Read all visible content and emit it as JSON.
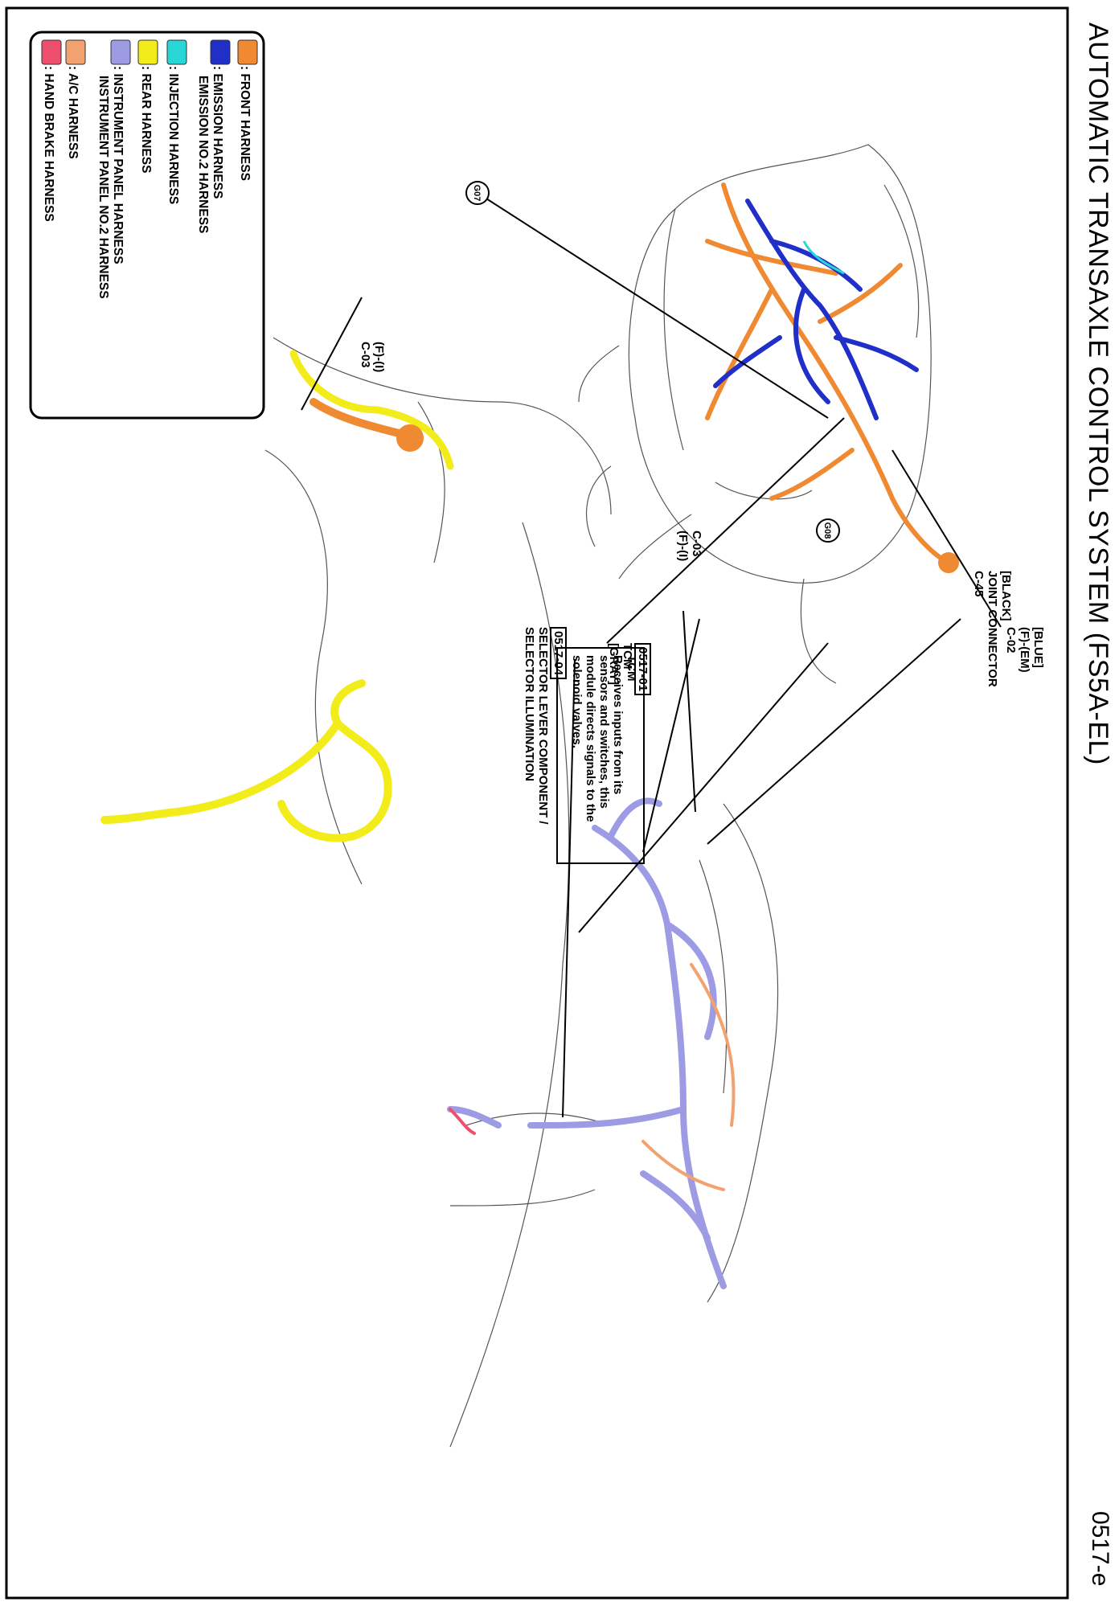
{
  "page": {
    "title": "AUTOMATIC TRANSAXLE CONTROL SYSTEM (FS5A-EL)",
    "code": "0517-e"
  },
  "legend": {
    "items": [
      {
        "label": ": FRONT HARNESS",
        "color": "#F08A32"
      },
      {
        "label": ": EMISSION HARNESS",
        "label2": "EMISSION NO.2 HARNESS",
        "color": "#1F2FC8"
      },
      {
        "label": ": INJECTION HARNESS",
        "color": "#28D6D6"
      },
      {
        "label": ": REAR HARNESS",
        "color": "#F2EC1A"
      },
      {
        "label": ": INSTRUMENT PANEL HARNESS",
        "label2": "INSTRUMENT PANEL NO.2 HARNESS",
        "color": "#9D9BE4"
      },
      {
        "label": ": A/C HARNESS",
        "color": "#F2A270"
      },
      {
        "label": ": HAND BRAKE HARNESS",
        "color": "#EE4F6C"
      }
    ]
  },
  "callouts": {
    "g07": "G07",
    "g08": "G08",
    "c02": {
      "line1": "[BLUE]",
      "line2": "(F)-(EM)",
      "line3": "C-02"
    },
    "tcm": {
      "code": "0517-01",
      "name": "TCM",
      "color": "[GRAY]"
    },
    "tcm_note": {
      "heading": "TCM",
      "l1": "Receives inputs from its",
      "l2": "sensors and switches, this",
      "l3": "module directs signals to the",
      "l4": "solenoid valves."
    },
    "c03_left": {
      "line1": "(F)-(I)",
      "line2": "C-03"
    },
    "c03_right": {
      "line1": "C-03",
      "line2": "(F)-(I)"
    },
    "c45": {
      "line1": "[BLACK]",
      "line2": "JOINT CONNECTOR",
      "line3": "C-45"
    },
    "selector": {
      "code": "0517-04",
      "line1": "SELECTOR LEVER COMPONENT /",
      "line2": "SELECTOR ILLUMINATION"
    }
  }
}
